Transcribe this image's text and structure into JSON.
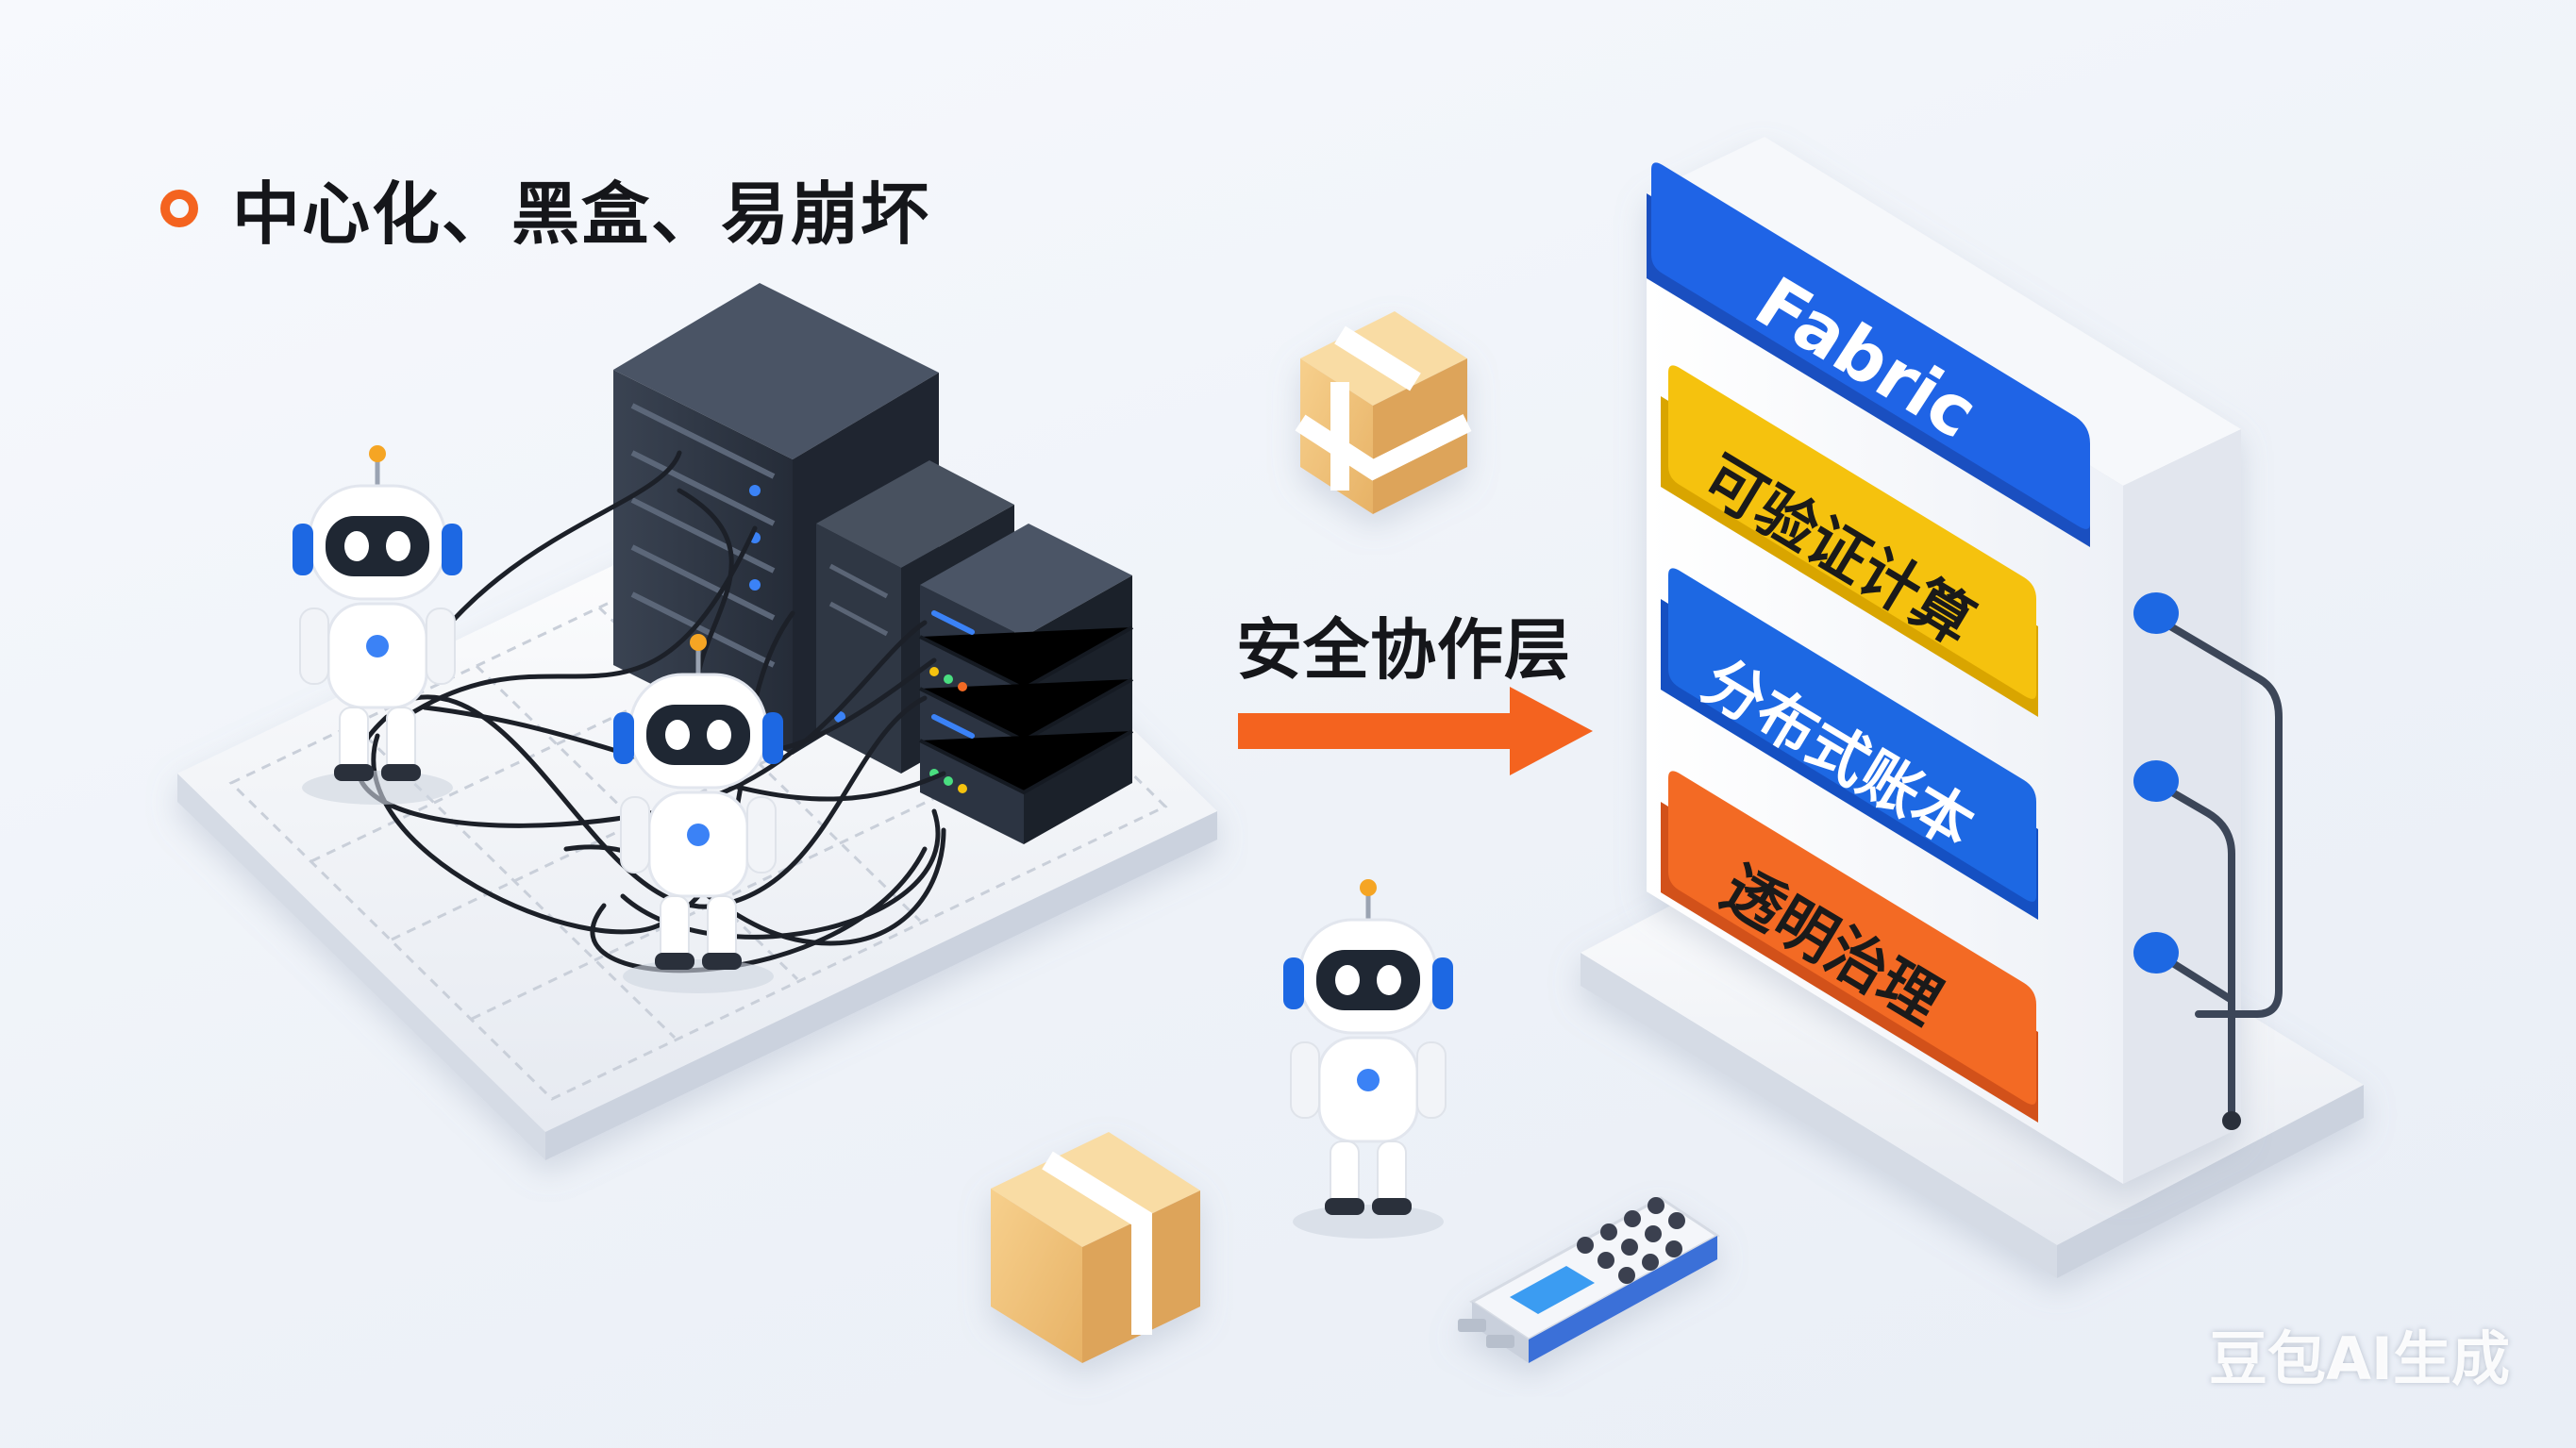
{
  "heading": {
    "text": "中心化、黑盒、易崩坏"
  },
  "arrow": {
    "label": "安全协作层"
  },
  "fabric": {
    "title": "Fabric",
    "layers": [
      "可验证计算",
      "分布式账本",
      "透明治理"
    ]
  },
  "watermark": "豆包AI生成",
  "colors": {
    "accent_orange": "#f4631f",
    "fabric_blue": "#1f64e6",
    "layer_yellow": "#f5c20e",
    "layer_blue": "#1d68e3",
    "layer_orange": "#f36a24",
    "server_dark": "#2c3442"
  }
}
